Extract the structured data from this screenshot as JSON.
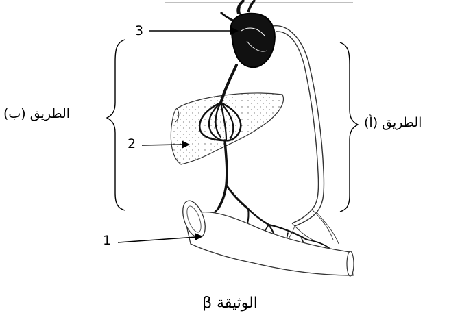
{
  "labels": {
    "num1": "1",
    "num2": "2",
    "num3": "3",
    "path_a": "الطريق (أ)",
    "path_b": "الطريق (ب)"
  },
  "caption": "الوثيقة β",
  "colors": {
    "ink": "#000000",
    "vessel": "#111111",
    "tissue_fill": "#f4f4f4"
  }
}
